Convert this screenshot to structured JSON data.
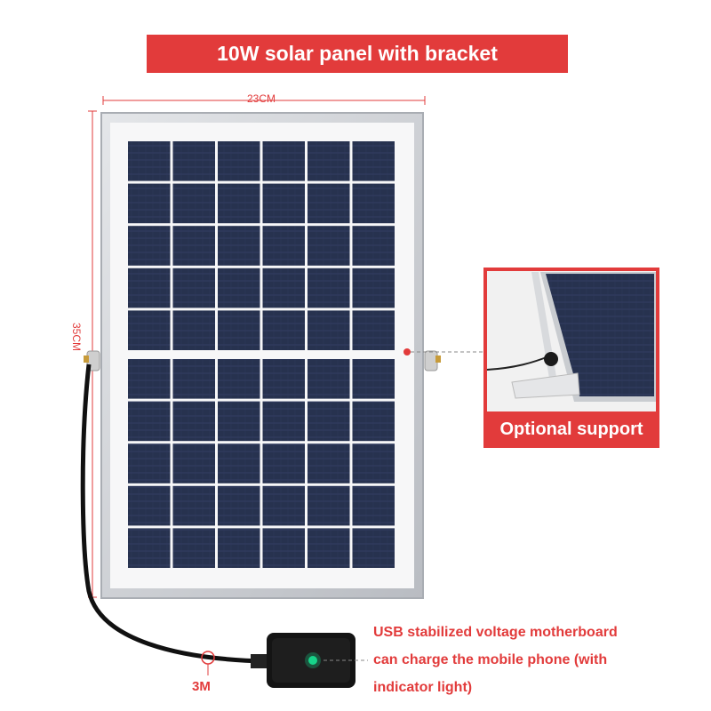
{
  "title": "10W solar panel with bracket",
  "dimensions": {
    "width": "23CM",
    "height": "35CM"
  },
  "cable_length": "3M",
  "inset": {
    "caption": "Optional support"
  },
  "usb_description": {
    "line1": "USB stabilized voltage motherboard",
    "line2": "can charge the mobile phone (with",
    "line3": "indicator light)"
  },
  "colors": {
    "accent": "#e23b3b",
    "panel_cell": "#253052",
    "frame": "#c8cbd0",
    "led": "#18d48a"
  }
}
